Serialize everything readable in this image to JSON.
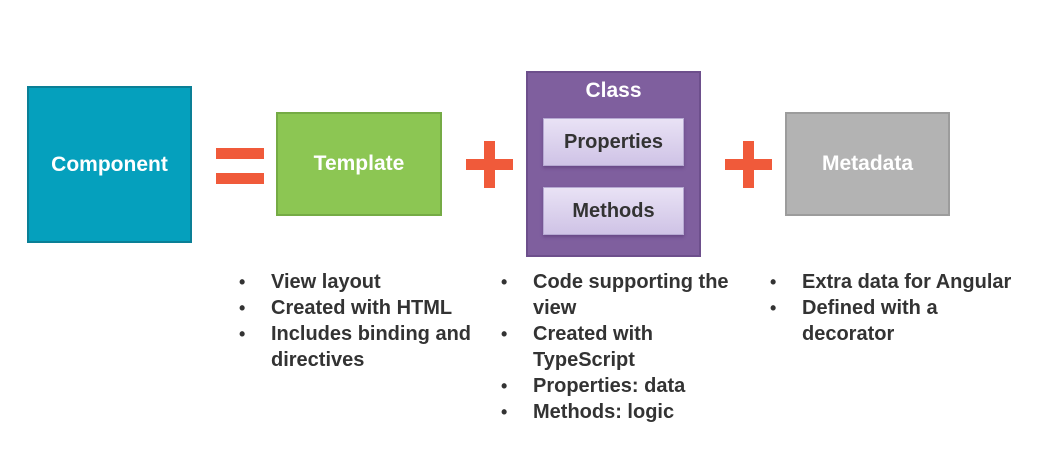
{
  "diagram": {
    "component": {
      "label": "Component"
    },
    "template": {
      "label": "Template",
      "notes": [
        "View layout",
        "Created with HTML",
        "Includes binding and directives"
      ]
    },
    "class": {
      "label": "Class",
      "properties_label": "Properties",
      "methods_label": "Methods",
      "notes": [
        "Code supporting the view",
        "Created with TypeScript",
        "Properties: data",
        "Methods: logic"
      ]
    },
    "metadata": {
      "label": "Metadata",
      "notes": [
        "Extra data for Angular",
        "Defined with a decorator"
      ]
    },
    "operators": {
      "equals_icon": "equals-icon",
      "plus_icon": "plus-icon"
    },
    "colors": {
      "component": "#05a0bd",
      "template": "#8cc653",
      "class": "#7f5f9e",
      "class_inner": "#ddd4ee",
      "metadata": "#b3b3b3",
      "operator": "#f05a3a",
      "note_text": "#333333"
    }
  }
}
